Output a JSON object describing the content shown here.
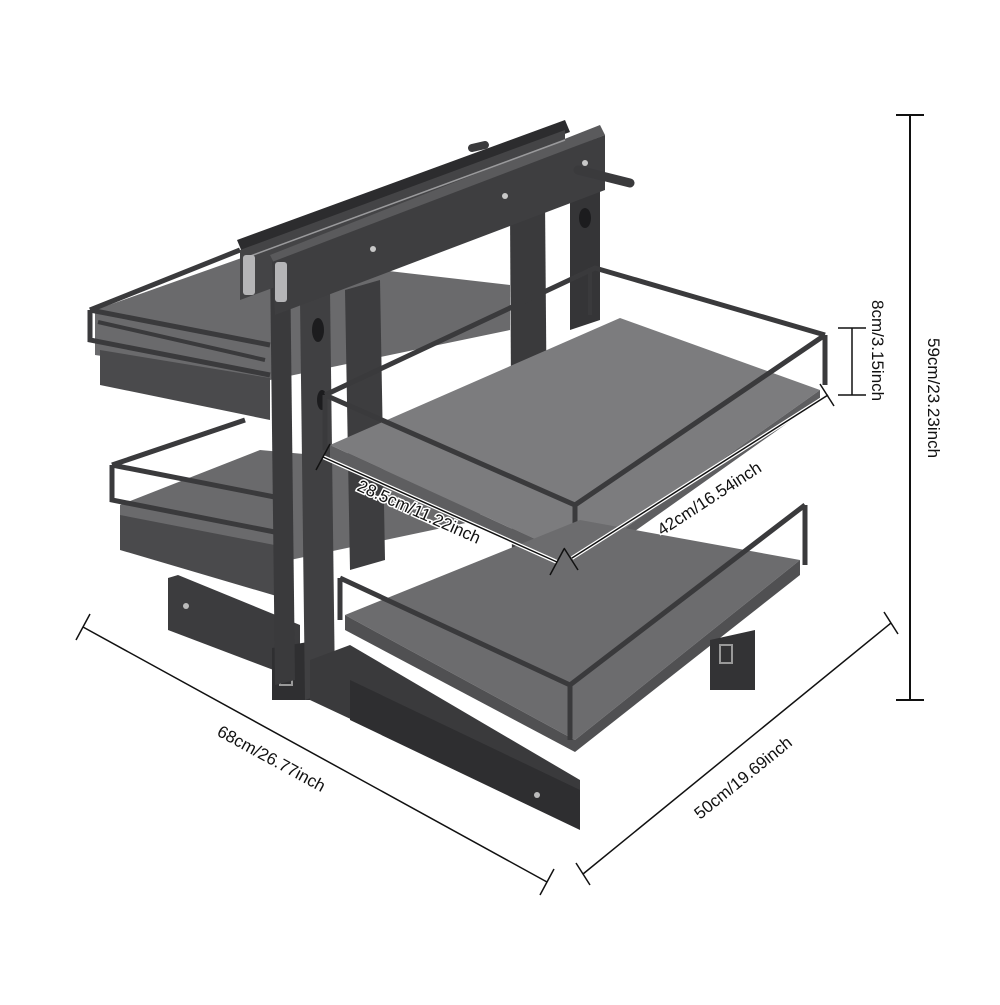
{
  "product": {
    "name": "corner pull-out basket organizer",
    "colors": {
      "frame": "#3a3a3c",
      "frame_light": "#5a5a5c",
      "shelf": "#6e6e70",
      "shelf_top": "#7c7c7e",
      "rail": "#2c2c2e",
      "rail_highlight": "#9a9a9c",
      "dimension_line": "#111111",
      "background": "#ffffff"
    }
  },
  "dimensions": {
    "total_height": "59cm/23.23inch",
    "rail_height": "8cm/3.15inch",
    "basket_width": "28.5cm/11.22inch",
    "basket_depth": "42cm/16.54inch",
    "overall_width": "68cm/26.77inch",
    "overall_depth": "50cm/19.69inch"
  }
}
